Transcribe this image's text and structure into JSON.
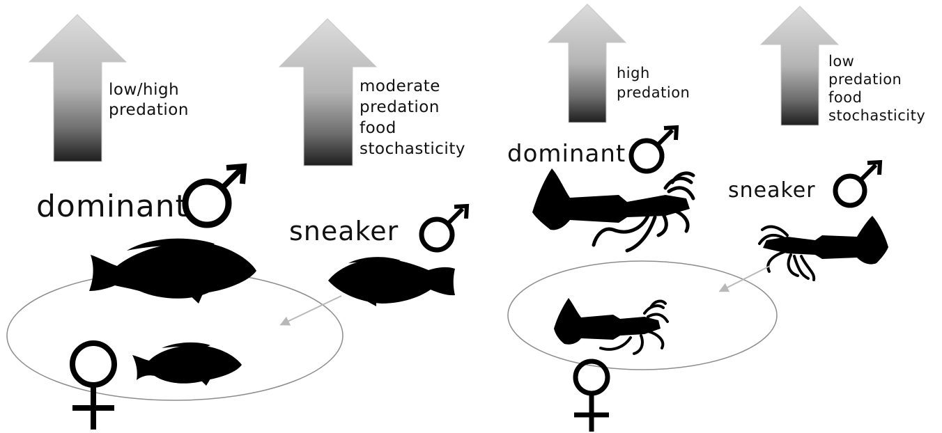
{
  "colors": {
    "silhouette": "#000000",
    "arrow_top": "#dcdcdc",
    "arrow_bottom": "#1e1e1e",
    "ring": "#8c8c8c",
    "pointer": "#b8b8b8"
  },
  "panels": [
    {
      "id": "fish",
      "arrows": [
        {
          "lines": [
            "low/high",
            "predation"
          ]
        },
        {
          "lines": [
            "moderate",
            "predation",
            "food",
            "stochasticity"
          ]
        }
      ],
      "dominant_label": "dominant",
      "sneaker_label": "sneaker",
      "icons": [
        "fish-silhouette",
        "male-symbol",
        "female-symbol"
      ]
    },
    {
      "id": "squid",
      "arrows": [
        {
          "lines": [
            "high",
            "predation"
          ]
        },
        {
          "lines": [
            "low",
            "predation",
            "food",
            "stochasticity"
          ]
        }
      ],
      "dominant_label": "dominant",
      "sneaker_label": "sneaker",
      "icons": [
        "squid-silhouette",
        "male-symbol",
        "female-symbol"
      ]
    }
  ]
}
